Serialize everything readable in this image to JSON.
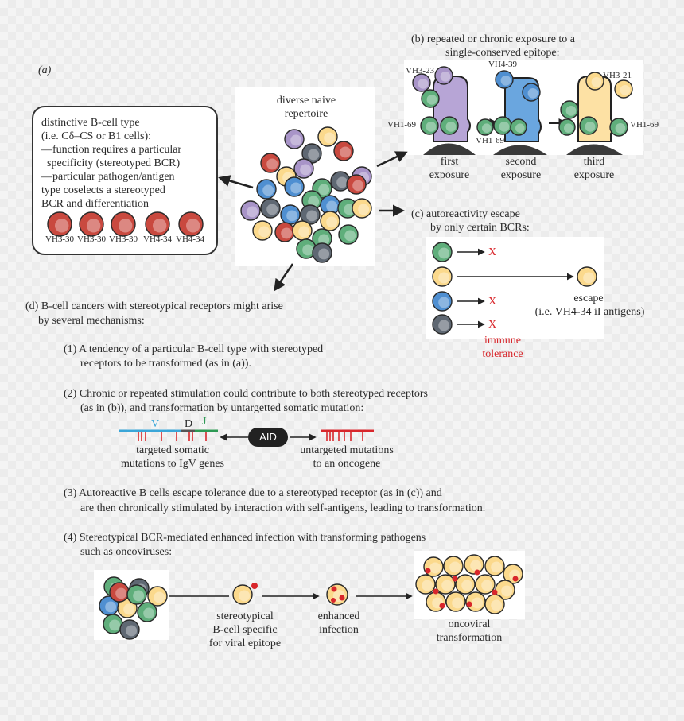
{
  "panel_a": {
    "label": "(a)",
    "box_lines": [
      "distinctive B-cell type",
      "(i.e. Cδ–CS or B1 cells):",
      "—function requires a particular",
      "  specificity (stereotyped BCR)",
      "—particular pathogen/antigen",
      "type coselects a stereotyped",
      "BCR and differentiation"
    ],
    "cell_labels": [
      "VH3-30",
      "VH3-30",
      "VH3-30",
      "VH4-34",
      "VH4-34"
    ]
  },
  "center": {
    "title_line1": "diverse naive",
    "title_line2": "repertoire"
  },
  "panel_b": {
    "title_line1": "(b)  repeated or chronic exposure to a",
    "title_line2": "single-conserved epitope:",
    "gene_labels": [
      "VH3-23",
      "VH4-39",
      "VH3-21",
      "VH1-69",
      "VH1-69",
      "VH1-69"
    ],
    "exposure_labels": [
      {
        "l1": "first",
        "l2": "exposure"
      },
      {
        "l1": "second",
        "l2": "exposure"
      },
      {
        "l1": "third",
        "l2": "exposure"
      }
    ]
  },
  "panel_c": {
    "title_line1": "(c)  autoreactivity escape",
    "title_line2": "by only certain BCRs:",
    "x_mark": "X",
    "escape_label": "escape",
    "escape_sub": "(i.e. VH4-34 iI antigens)",
    "tolerance_line1": "immune",
    "tolerance_line2": "tolerance"
  },
  "panel_d": {
    "title_line1": "(d)  B-cell cancers with stereotypical receptors might arise",
    "title_line2": "by several mechanisms:",
    "m1_line1": "(1) A tendency of a particular B-cell type with stereotyped",
    "m1_line2": "receptors to be transformed (as in (a)).",
    "m2_line1": "(2) Chronic or repeated stimulation could contribute to both stereotyped receptors",
    "m2_line2": "(as in (b)), and transformation by untargetted somatic mutation:",
    "gene_v": "V",
    "gene_d": "D",
    "gene_j": "J",
    "targeted_line1": "targeted somatic",
    "targeted_line2": "mutations to IgV genes",
    "aid": "AID",
    "untargeted_line1": "untargeted mutations",
    "untargeted_line2": "to an oncogene",
    "m3_line1": "(3) Autoreactive B cells escape tolerance due to a stereotyped receptor (as in (c)) and",
    "m3_line2": "are then chronically stimulated by interaction with self-antigens, leading to transformation.",
    "m4_line1": "(4) Stereotypical BCR-mediated enhanced infection with transforming pathogens",
    "m4_line2": "such as oncoviruses:",
    "step1_line1": "stereotypical",
    "step1_line2": "B-cell specific",
    "step1_line3": "for viral epitope",
    "step2_line1": "enhanced",
    "step2_line2": "infection",
    "step3_line1": "oncoviral",
    "step3_line2": "transformation"
  },
  "colors": {
    "green": "#5fae7b",
    "yellow": "#fbd98c",
    "blue": "#4f8fd1",
    "purple": "#a894c8",
    "red_cell": "#c9493f",
    "gray": "#5f6873",
    "accent_red": "#d8262b"
  }
}
